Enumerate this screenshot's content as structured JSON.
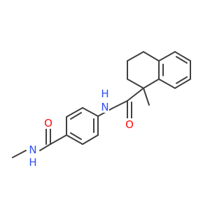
{
  "molecule": {
    "atoms": {
      "nh_amide": {
        "symbol": "N",
        "h": "H",
        "color": "#3050f8"
      },
      "o_amide": {
        "symbol": "O",
        "color": "#ff0d0d"
      },
      "o_benzamide": {
        "symbol": "O",
        "color": "#ff0d0d"
      },
      "nh_methyl": {
        "symbol": "N",
        "h": "H",
        "color": "#3050f8"
      }
    },
    "bond_color": "#404040"
  }
}
